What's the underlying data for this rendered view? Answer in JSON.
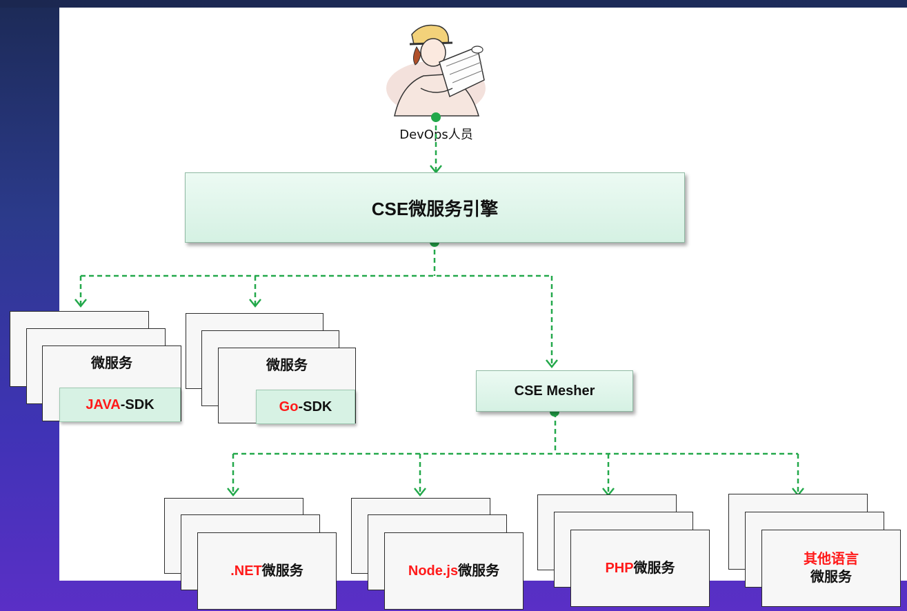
{
  "devops": {
    "label": "DevOps人员",
    "icon": "engineer-with-blueprints-icon"
  },
  "engine": {
    "label": "CSE微服务引擎"
  },
  "sdk_groups": [
    {
      "title": "微服务",
      "sdk_highlight": "JAVA",
      "sdk_suffix": "-SDK"
    },
    {
      "title": "微服务",
      "sdk_highlight": "Go",
      "sdk_suffix": "-SDK"
    }
  ],
  "mesher": {
    "label": "CSE Mesher"
  },
  "mesh_services": [
    {
      "highlight": ".NET",
      "suffix": "微服务"
    },
    {
      "highlight": "Node.js",
      "suffix": "微服务"
    },
    {
      "highlight": "PHP",
      "suffix": "微服务"
    },
    {
      "highlight": "其他语言",
      "suffix": "微服务"
    }
  ],
  "colors": {
    "connector": "#22a84a",
    "highlight_text": "#ff1a1a",
    "box_fill": "#d7f2e4",
    "background": "#3f33b5"
  }
}
